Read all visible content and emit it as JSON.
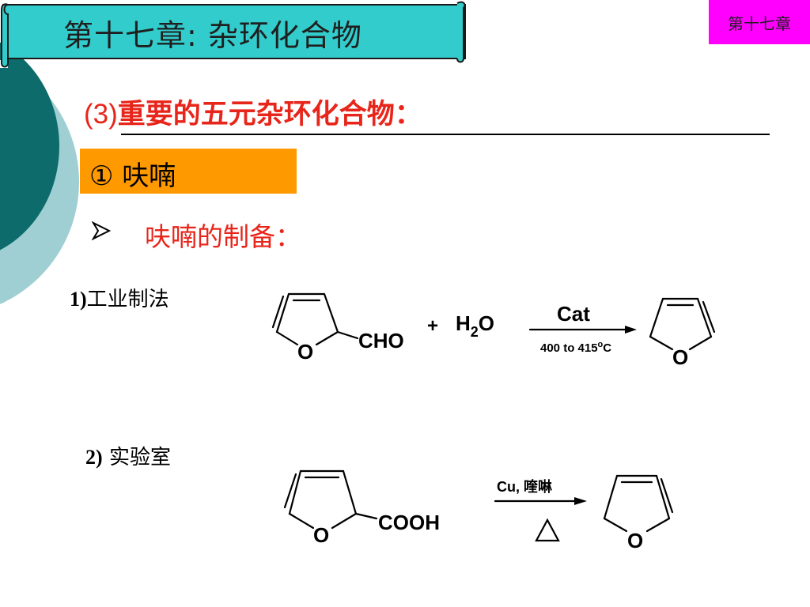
{
  "header": {
    "title": "第十七章: 杂环化合物",
    "chapter_tag": "第十七章"
  },
  "section": {
    "number": "(3)",
    "heading": "重要的五元杂环化合物："
  },
  "subsection": {
    "label": "① 呋喃"
  },
  "preparation": {
    "heading": "呋喃的制备："
  },
  "method1": {
    "number": "1)",
    "label": "工业制法",
    "substituent": "CHO",
    "ring_heteroatom": "O",
    "plus": "+",
    "reagent_h": "H",
    "reagent_sub": "2",
    "reagent_o": "O",
    "catalyst": "Cat",
    "condition_pre": "400 to 415",
    "condition_sup": "o",
    "condition_post": "C",
    "product_heteroatom": "O"
  },
  "method2": {
    "number": "2)",
    "label": "实验室",
    "substituent": "COOH",
    "ring_heteroatom": "O",
    "reagents": "Cu, 喹啉",
    "heat_symbol": "△",
    "product_heteroatom": "O"
  },
  "colors": {
    "banner_fill": "#33cccc",
    "chapter_tag": "#ff00ff",
    "heading_red": "#e8251a",
    "orange_box": "#ff9900",
    "deco_dark": "#0d6b6b",
    "deco_light": "#9fcfd3"
  }
}
